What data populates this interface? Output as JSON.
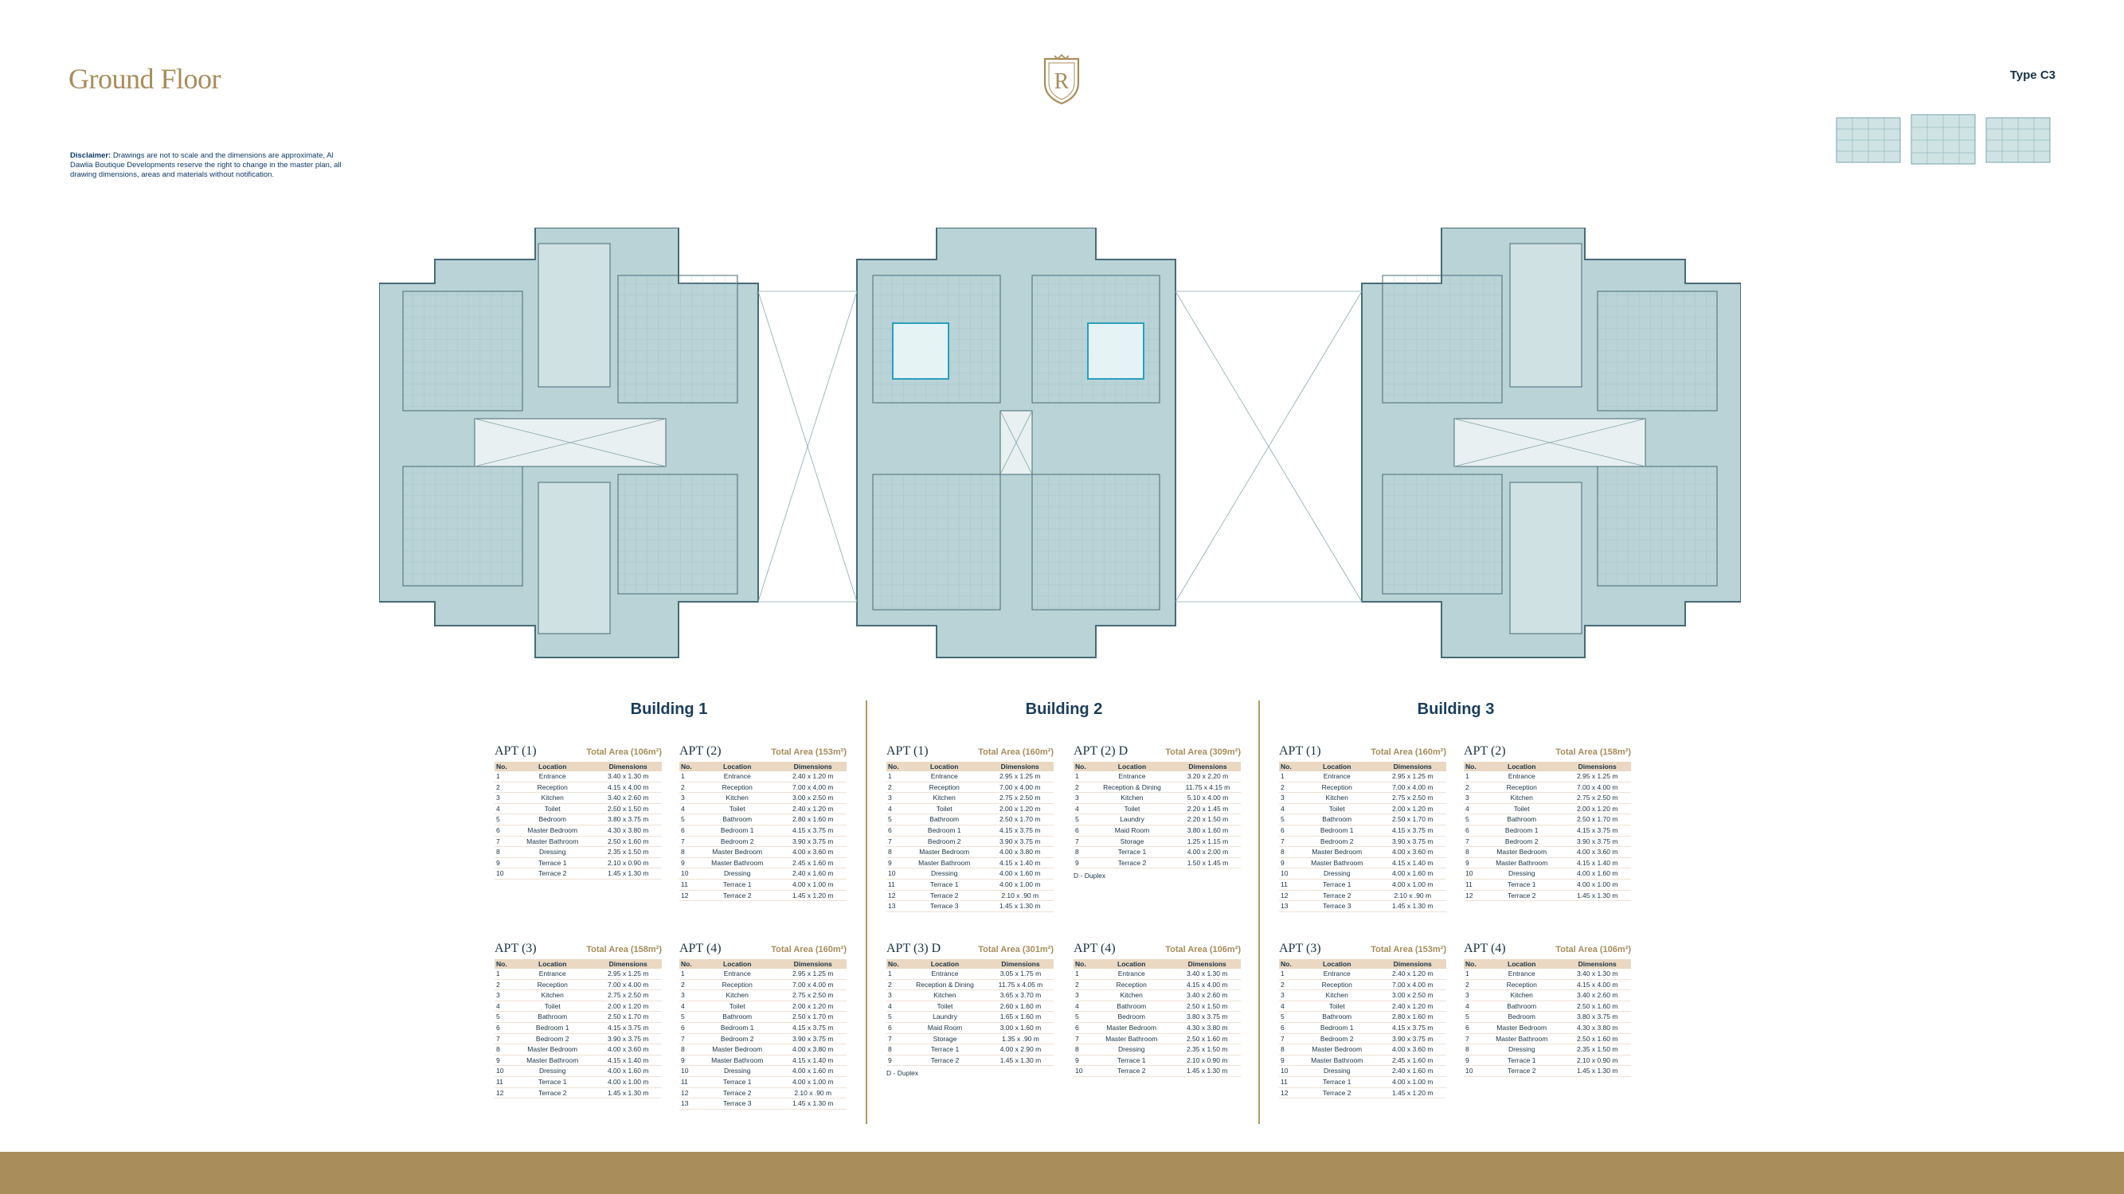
{
  "header": {
    "title": "Ground Floor",
    "type_label": "Type C3",
    "disclaimer_bold": "Disclaimer:",
    "disclaimer_text": "Drawings are not to scale and the dimensions are approximate, Al Dawlia Boutique Developments reserve the right to change in the master plan, all drawing dimensions, areas and materials without notification."
  },
  "logo": {
    "letter": "R",
    "icon": "crest-logo-icon",
    "color": "#a88c5a"
  },
  "colors": {
    "accent": "#a88c5a",
    "plan_fill": "#b9d3d6",
    "plan_line": "#486b77",
    "table_header": "#ead8c3",
    "bar": "#a98e5c"
  },
  "table_headers": {
    "no": "No.",
    "location": "Location",
    "dimensions": "Dimensions"
  },
  "buildings": [
    {
      "title": "Building 1",
      "apartments": [
        {
          "name": "APT (1)",
          "area": "Total Area (106m²)",
          "note": "",
          "rows": [
            [
              "1",
              "Entrance",
              "3.40 x 1.30 m"
            ],
            [
              "2",
              "Reception",
              "4.15 x 4.00 m"
            ],
            [
              "3",
              "Kitchen",
              "3.40 x 2.60 m"
            ],
            [
              "4",
              "Toilet",
              "2.50 x 1.50 m"
            ],
            [
              "5",
              "Bedroom",
              "3.80 x 3.75 m"
            ],
            [
              "6",
              "Master Bedroom",
              "4.30 x 3.80 m"
            ],
            [
              "7",
              "Master Bathroom",
              "2.50 x 1.60 m"
            ],
            [
              "8",
              "Dressing",
              "2.35 x 1.50 m"
            ],
            [
              "9",
              "Terrace 1",
              "2.10 x 0.90 m"
            ],
            [
              "10",
              "Terrace 2",
              "1.45 x 1.30 m"
            ]
          ]
        },
        {
          "name": "APT (2)",
          "area": "Total Area (153m²)",
          "note": "",
          "rows": [
            [
              "1",
              "Entrance",
              "2.40 x 1.20 m"
            ],
            [
              "2",
              "Reception",
              "7.00 x 4.00 m"
            ],
            [
              "3",
              "Kitchen",
              "3.00 x 2.50 m"
            ],
            [
              "4",
              "Toilet",
              "2.40 x 1.20 m"
            ],
            [
              "5",
              "Bathroom",
              "2.80 x 1.60 m"
            ],
            [
              "6",
              "Bedroom 1",
              "4.15 x 3.75 m"
            ],
            [
              "7",
              "Bedroom 2",
              "3.90 x 3.75 m"
            ],
            [
              "8",
              "Master Bedroom",
              "4.00 x 3.60 m"
            ],
            [
              "9",
              "Master Bathroom",
              "2.45 x 1.60 m"
            ],
            [
              "10",
              "Dressing",
              "2.40 x 1.60 m"
            ],
            [
              "11",
              "Terrace 1",
              "4.00 x 1.00 m"
            ],
            [
              "12",
              "Terrace 2",
              "1.45 x 1.20 m"
            ]
          ]
        },
        {
          "name": "APT (3)",
          "area": "Total Area (158m²)",
          "note": "",
          "rows": [
            [
              "1",
              "Entrance",
              "2.95 x 1.25 m"
            ],
            [
              "2",
              "Reception",
              "7.00 x 4.00 m"
            ],
            [
              "3",
              "Kitchen",
              "2.75 x 2.50 m"
            ],
            [
              "4",
              "Toilet",
              "2.00 x 1.20 m"
            ],
            [
              "5",
              "Bathroom",
              "2.50 x 1.70 m"
            ],
            [
              "6",
              "Bedroom 1",
              "4.15 x 3.75 m"
            ],
            [
              "7",
              "Bedroom 2",
              "3.90 x 3.75 m"
            ],
            [
              "8",
              "Master Bedroom",
              "4.00 x 3.60 m"
            ],
            [
              "9",
              "Master Bathroom",
              "4.15 x 1.40 m"
            ],
            [
              "10",
              "Dressing",
              "4.00 x 1.60 m"
            ],
            [
              "11",
              "Terrace 1",
              "4.00 x 1.00 m"
            ],
            [
              "12",
              "Terrace 2",
              "1.45 x 1.30 m"
            ]
          ]
        },
        {
          "name": "APT (4)",
          "area": "Total Area (160m²)",
          "note": "",
          "rows": [
            [
              "1",
              "Entrance",
              "2.95 x 1.25 m"
            ],
            [
              "2",
              "Reception",
              "7.00 x 4.00 m"
            ],
            [
              "3",
              "Kitchen",
              "2.75 x 2.50 m"
            ],
            [
              "4",
              "Toilet",
              "2.00 x 1.20 m"
            ],
            [
              "5",
              "Bathroom",
              "2.50 x 1.70 m"
            ],
            [
              "6",
              "Bedroom 1",
              "4.15 x 3.75 m"
            ],
            [
              "7",
              "Bedroom 2",
              "3.90 x 3.75 m"
            ],
            [
              "8",
              "Master Bedroom",
              "4.00 x 3.80 m"
            ],
            [
              "9",
              "Master Bathroom",
              "4.15 x 1.40 m"
            ],
            [
              "10",
              "Dressing",
              "4.00 x 1.60 m"
            ],
            [
              "11",
              "Terrace 1",
              "4.00 x 1.00 m"
            ],
            [
              "12",
              "Terrace 2",
              "2.10 x .90 m"
            ],
            [
              "13",
              "Terrace 3",
              "1.45 x 1.30 m"
            ]
          ]
        }
      ]
    },
    {
      "title": "Building 2",
      "apartments": [
        {
          "name": "APT (1)",
          "area": "Total Area (160m²)",
          "note": "",
          "rows": [
            [
              "1",
              "Entrance",
              "2.95 x 1.25 m"
            ],
            [
              "2",
              "Reception",
              "7.00 x 4.00 m"
            ],
            [
              "3",
              "Kitchen",
              "2.75 x 2.50 m"
            ],
            [
              "4",
              "Toilet",
              "2.00 x 1.20 m"
            ],
            [
              "5",
              "Bathroom",
              "2.50 x 1.70 m"
            ],
            [
              "6",
              "Bedroom 1",
              "4.15 x 3.75 m"
            ],
            [
              "7",
              "Bedroom 2",
              "3.90 x 3.75 m"
            ],
            [
              "8",
              "Master Bedroom",
              "4.00 x 3.80 m"
            ],
            [
              "9",
              "Master Bathroom",
              "4.15 x 1.40 m"
            ],
            [
              "10",
              "Dressing",
              "4.00 x 1.60 m"
            ],
            [
              "11",
              "Terrace 1",
              "4.00 x 1.00 m"
            ],
            [
              "12",
              "Terrace 2",
              "2.10 x .90 m"
            ],
            [
              "13",
              "Terrace 3",
              "1.45 x 1.30 m"
            ]
          ]
        },
        {
          "name": "APT (2) D",
          "area": "Total Area (309m²)",
          "note": "D - Duplex",
          "rows": [
            [
              "1",
              "Entrance",
              "3.20 x 2.20 m"
            ],
            [
              "2",
              "Reception & Dining",
              "11.75 x 4.15 m"
            ],
            [
              "3",
              "Kitchen",
              "5.10 x 4.00 m"
            ],
            [
              "4",
              "Toilet",
              "2.20 x 1.45 m"
            ],
            [
              "5",
              "Laundry",
              "2.20 x 1.50 m"
            ],
            [
              "6",
              "Maid Room",
              "3.80 x 1.60 m"
            ],
            [
              "7",
              "Storage",
              "1.25 x 1.15 m"
            ],
            [
              "8",
              "Terrace 1",
              "4.00 x 2.00 m"
            ],
            [
              "9",
              "Terrace 2",
              "1.50 x 1.45 m"
            ]
          ]
        },
        {
          "name": "APT (3) D",
          "area": "Total Area (301m²)",
          "note": "D - Duplex",
          "rows": [
            [
              "1",
              "Entrance",
              "3.05 x 1.75 m"
            ],
            [
              "2",
              "Reception & Dining",
              "11.75 x 4.05 m"
            ],
            [
              "3",
              "Kitchen",
              "3.65 x 3.70 m"
            ],
            [
              "4",
              "Toilet",
              "2.60 x 1.60 m"
            ],
            [
              "5",
              "Laundry",
              "1.65 x 1.60 m"
            ],
            [
              "6",
              "Maid Room",
              "3.00 x 1.60 m"
            ],
            [
              "7",
              "Storage",
              "1.35 x .90 m"
            ],
            [
              "8",
              "Terrace 1",
              "4.00 x 2.90 m"
            ],
            [
              "9",
              "Terrace 2",
              "1.45 x 1.30 m"
            ]
          ]
        },
        {
          "name": "APT (4)",
          "area": "Total Area (106m²)",
          "note": "",
          "rows": [
            [
              "1",
              "Entrance",
              "3.40 x 1.30 m"
            ],
            [
              "2",
              "Reception",
              "4.15 x 4.00 m"
            ],
            [
              "3",
              "Kitchen",
              "3.40 x 2.60 m"
            ],
            [
              "4",
              "Bathroom",
              "2.50 x 1.50 m"
            ],
            [
              "5",
              "Bedroom",
              "3.80 x 3.75 m"
            ],
            [
              "6",
              "Master Bedroom",
              "4.30 x 3.80 m"
            ],
            [
              "7",
              "Master Bathroom",
              "2.50 x 1.60 m"
            ],
            [
              "8",
              "Dressing",
              "2.35 x 1.50 m"
            ],
            [
              "9",
              "Terrace 1",
              "2.10 x 0.90 m"
            ],
            [
              "10",
              "Terrace 2",
              "1.45 x 1.30 m"
            ]
          ]
        }
      ]
    },
    {
      "title": "Building 3",
      "apartments": [
        {
          "name": "APT (1)",
          "area": "Total Area (160m²)",
          "note": "",
          "rows": [
            [
              "1",
              "Entrance",
              "2.95 x 1.25 m"
            ],
            [
              "2",
              "Reception",
              "7.00 x 4.00 m"
            ],
            [
              "3",
              "Kitchen",
              "2.75 x 2.50 m"
            ],
            [
              "4",
              "Toilet",
              "2.00 x 1.20 m"
            ],
            [
              "5",
              "Bathroom",
              "2.50 x 1.70 m"
            ],
            [
              "6",
              "Bedroom 1",
              "4.15 x 3.75 m"
            ],
            [
              "7",
              "Bedroom 2",
              "3.90 x 3.75 m"
            ],
            [
              "8",
              "Master Bedroom",
              "4.00 x 3.60 m"
            ],
            [
              "9",
              "Master Bathroom",
              "4.15 x 1.40 m"
            ],
            [
              "10",
              "Dressing",
              "4.00 x 1.60 m"
            ],
            [
              "11",
              "Terrace 1",
              "4.00 x 1.00 m"
            ],
            [
              "12",
              "Terrace 2",
              "2.10 x .90 m"
            ],
            [
              "13",
              "Terrace 3",
              "1.45 x 1.30 m"
            ]
          ]
        },
        {
          "name": "APT (2)",
          "area": "Total Area (158m²)",
          "note": "",
          "rows": [
            [
              "1",
              "Entrance",
              "2.95 x 1.25 m"
            ],
            [
              "2",
              "Reception",
              "7.00 x 4.00 m"
            ],
            [
              "3",
              "Kitchen",
              "2.75 x 2.50 m"
            ],
            [
              "4",
              "Toilet",
              "2.00 x 1.20 m"
            ],
            [
              "5",
              "Bathroom",
              "2.50 x 1.70 m"
            ],
            [
              "6",
              "Bedroom 1",
              "4.15 x 3.75 m"
            ],
            [
              "7",
              "Bedroom 2",
              "3.90 x 3.75 m"
            ],
            [
              "8",
              "Master Bedroom",
              "4.00 x 3.60 m"
            ],
            [
              "9",
              "Master Bathroom",
              "4.15 x 1.40 m"
            ],
            [
              "10",
              "Dressing",
              "4.00 x 1.60 m"
            ],
            [
              "11",
              "Terrace 1",
              "4.00 x 1.00 m"
            ],
            [
              "12",
              "Terrace 2",
              "1.45 x 1.30 m"
            ]
          ]
        },
        {
          "name": "APT (3)",
          "area": "Total Area (153m²)",
          "note": "",
          "rows": [
            [
              "1",
              "Entrance",
              "2.40 x 1.20 m"
            ],
            [
              "2",
              "Reception",
              "7.00 x 4.00 m"
            ],
            [
              "3",
              "Kitchen",
              "3.00 x 2.50 m"
            ],
            [
              "4",
              "Toilet",
              "2.40 x 1.20 m"
            ],
            [
              "5",
              "Bathroom",
              "2.80 x 1.60 m"
            ],
            [
              "6",
              "Bedroom 1",
              "4.15 x 3.75 m"
            ],
            [
              "7",
              "Bedroom 2",
              "3.90 x 3.75 m"
            ],
            [
              "8",
              "Master Bedroom",
              "4.00 x 3.60 m"
            ],
            [
              "9",
              "Master Bathroom",
              "2.45 x 1.60 m"
            ],
            [
              "10",
              "Dressing",
              "2.40 x 1.60 m"
            ],
            [
              "11",
              "Terrace 1",
              "4.00 x 1.00 m"
            ],
            [
              "12",
              "Terrace 2",
              "1.45 x 1.20 m"
            ]
          ]
        },
        {
          "name": "APT (4)",
          "area": "Total Area (106m²)",
          "note": "",
          "rows": [
            [
              "1",
              "Entrance",
              "3.40 x 1.30 m"
            ],
            [
              "2",
              "Reception",
              "4.15 x 4.00 m"
            ],
            [
              "3",
              "Kitchen",
              "3.40 x 2.60 m"
            ],
            [
              "4",
              "Bathroom",
              "2.50 x 1.60 m"
            ],
            [
              "5",
              "Bedroom",
              "3.80 x 3.75 m"
            ],
            [
              "6",
              "Master Bedroom",
              "4.30 x 3.80 m"
            ],
            [
              "7",
              "Master Bathroom",
              "2.50 x 1.60 m"
            ],
            [
              "8",
              "Dressing",
              "2.35 x 1.50 m"
            ],
            [
              "9",
              "Terrace 1",
              "2.10 x 0.90 m"
            ],
            [
              "10",
              "Terrace 2",
              "1.45 x 1.30 m"
            ]
          ]
        }
      ]
    }
  ]
}
